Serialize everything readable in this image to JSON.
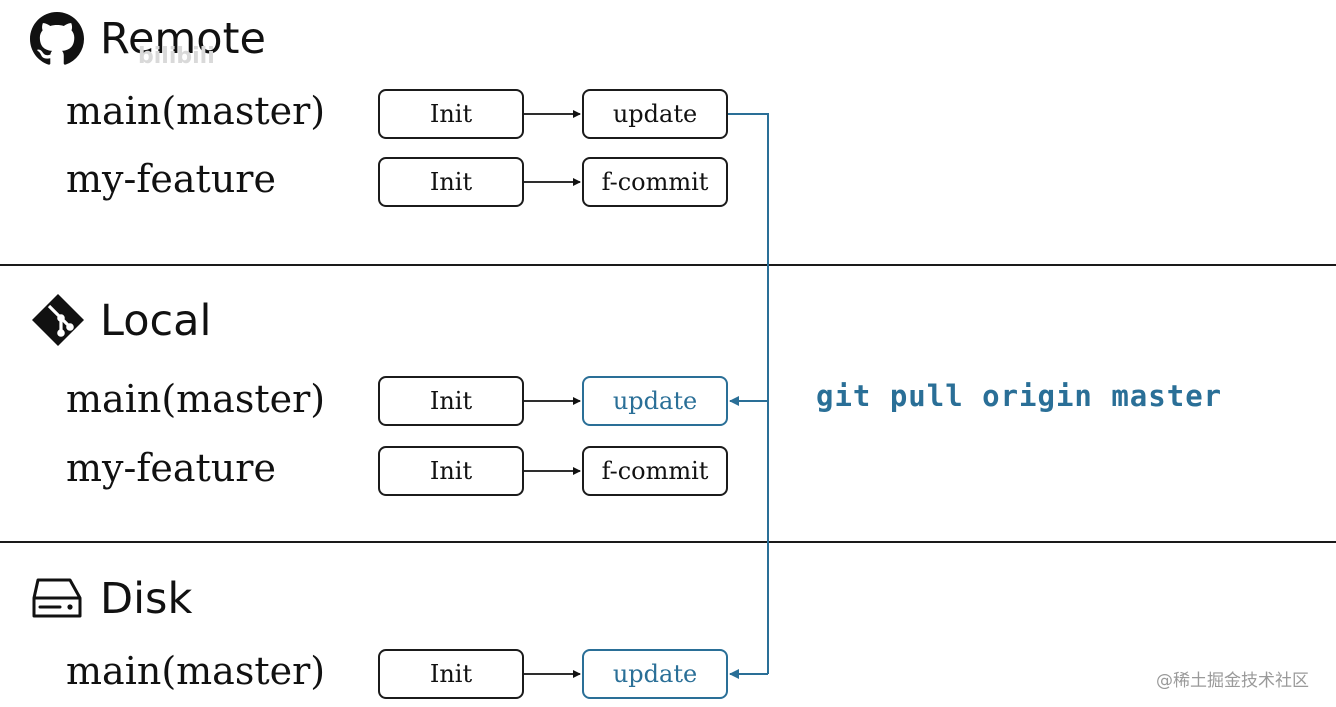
{
  "sections": {
    "remote": {
      "title": "Remote",
      "branches": {
        "main": {
          "label": "main(master)",
          "commits": [
            "Init",
            "update"
          ]
        },
        "feature": {
          "label": "my-feature",
          "commits": [
            "Init",
            "f-commit"
          ]
        }
      }
    },
    "local": {
      "title": "Local",
      "branches": {
        "main": {
          "label": "main(master)",
          "commits": [
            "Init",
            "update"
          ]
        },
        "feature": {
          "label": "my-feature",
          "commits": [
            "Init",
            "f-commit"
          ]
        }
      }
    },
    "disk": {
      "title": "Disk",
      "branches": {
        "main": {
          "label": "main(master)",
          "commits": [
            "Init",
            "update"
          ]
        }
      }
    }
  },
  "command": "git pull origin master",
  "watermark": "@稀土掘金技术社区",
  "overlay_logo_text": "bilibili",
  "colors": {
    "accent": "#2a6f97",
    "stroke": "#1b1b1b"
  },
  "icons": {
    "remote": "github-icon",
    "local": "git-icon",
    "disk": "disk-drive-icon"
  }
}
